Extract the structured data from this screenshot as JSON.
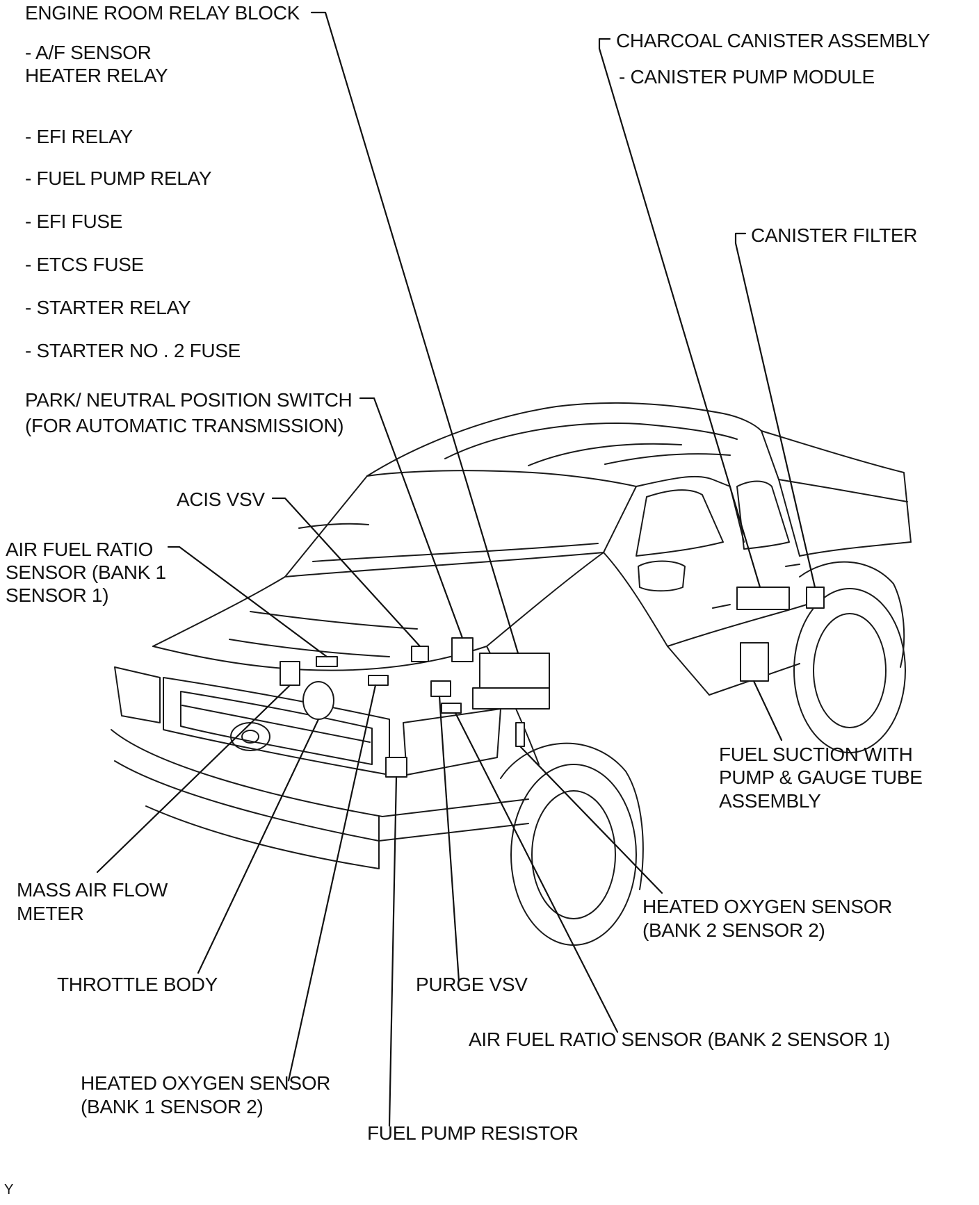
{
  "labels": {
    "engine_room_relay_block": "ENGINE ROOM RELAY BLOCK",
    "af_sensor_heater_relay_1": "- A/F SENSOR",
    "af_sensor_heater_relay_2": "HEATER RELAY",
    "efi_relay": "- EFI RELAY",
    "fuel_pump_relay": "- FUEL PUMP RELAY",
    "efi_fuse": "- EFI FUSE",
    "etcs_fuse": "- ETCS FUSE",
    "starter_relay": "- STARTER RELAY",
    "starter_no2_fuse": "- STARTER NO . 2 FUSE",
    "park_neutral_1": "PARK/ NEUTRAL POSITION SWITCH",
    "park_neutral_2": "(FOR AUTOMATIC TRANSMISSION)",
    "acis_vsv": "ACIS VSV",
    "af_ratio_b1s1_1": "AIR FUEL RATIO",
    "af_ratio_b1s1_2": "SENSOR (BANK 1",
    "af_ratio_b1s1_3": "SENSOR 1)",
    "charcoal_canister": "CHARCOAL CANISTER ASSEMBLY",
    "canister_pump_module": "- CANISTER PUMP MODULE",
    "canister_filter": "CANISTER FILTER",
    "fuel_suction_1": "FUEL SUCTION WITH",
    "fuel_suction_2": "PUMP & GAUGE TUBE",
    "fuel_suction_3": "ASSEMBLY",
    "mass_air_flow_1": "MASS AIR FLOW",
    "mass_air_flow_2": "METER",
    "heated_o2_b2s2_1": "HEATED OXYGEN SENSOR",
    "heated_o2_b2s2_2": "(BANK 2 SENSOR 2)",
    "throttle_body": "THROTTLE BODY",
    "purge_vsv": "PURGE VSV",
    "af_ratio_b2s1": "AIR FUEL RATIO SENSOR (BANK 2 SENSOR 1)",
    "heated_o2_b1s2_1": "HEATED OXYGEN SENSOR",
    "heated_o2_b1s2_2": "(BANK 1 SENSOR 2)",
    "fuel_pump_resistor": "FUEL PUMP RESISTOR",
    "figure_code": "Y"
  }
}
